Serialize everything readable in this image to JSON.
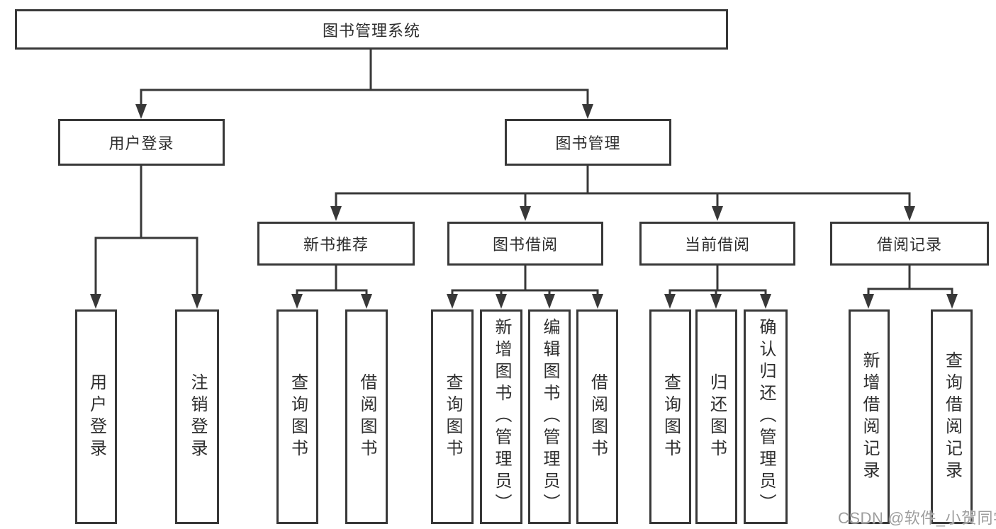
{
  "diagram": {
    "title": "图书管理系统",
    "type": "hierarchy-tree",
    "hierarchy": {
      "root": "图书管理系统",
      "children": [
        {
          "label": "用户登录",
          "children": [
            "用户登录",
            "注销登录"
          ]
        },
        {
          "label": "图书管理",
          "children": [
            {
              "label": "新书推荐",
              "children": [
                "查询图书",
                "借阅图书"
              ]
            },
            {
              "label": "图书借阅",
              "children": [
                "查询图书",
                "新增图书（管理员）",
                "编辑图书（管理员）",
                "借阅图书"
              ]
            },
            {
              "label": "当前借阅",
              "children": [
                "查询图书",
                "归还图书",
                "确认归还（管理员）"
              ]
            },
            {
              "label": "借阅记录",
              "children": [
                "新增借阅记录",
                "查询借阅记录"
              ]
            }
          ]
        }
      ]
    }
  },
  "nodes": {
    "root": "图书管理系统",
    "user_login": "用户登录",
    "book_mgmt": "图书管理",
    "new_book": "新书推荐",
    "book_borrow": "图书借阅",
    "current_borrow": "当前借阅",
    "borrow_record": "借阅记录",
    "leaf_login": "用户登录",
    "leaf_logout": "注销登录",
    "leaf_nb_query": "查询图书",
    "leaf_nb_borrow": "借阅图书",
    "leaf_bb_query": "查询图书",
    "leaf_bb_add": "新增图书（管理员）",
    "leaf_bb_edit": "编辑图书（管理员）",
    "leaf_bb_borrow": "借阅图书",
    "leaf_cb_query": "查询图书",
    "leaf_cb_return": "归还图书",
    "leaf_cb_confirm": "确认归还（管理员）",
    "leaf_br_add": "新增借阅记录",
    "leaf_br_query": "查询借阅记录"
  },
  "watermark": "CSDN @软件_小贺同学",
  "colors": {
    "line": "#383838",
    "text": "#2e2e2e",
    "box_bg": "#ffffff",
    "watermark": "#9e9e9e"
  }
}
